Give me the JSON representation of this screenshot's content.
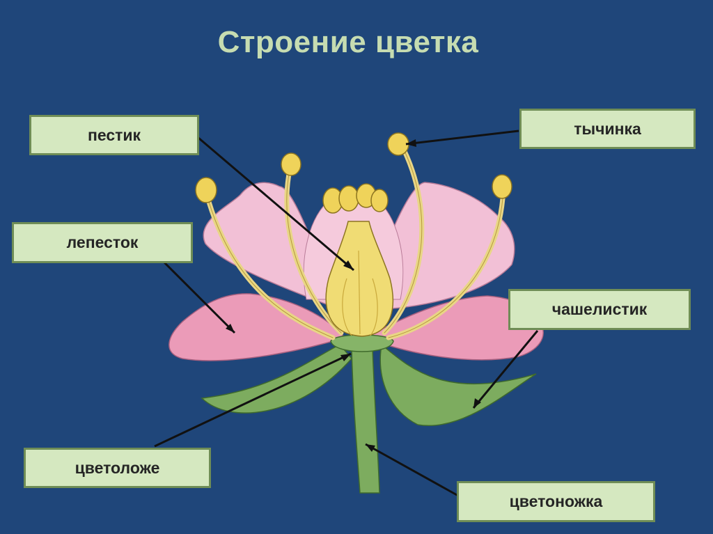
{
  "title": "Строение цветка",
  "labels": {
    "pistil": "пестик",
    "stamen": "тычинка",
    "petal": "лепесток",
    "sepal": "чашелистик",
    "receptacle": "цветоложе",
    "pedicel": "цветоножка"
  },
  "colors": {
    "background": "#1f467a",
    "title": "#c6dcb1",
    "label_fill": "#d5e8c0",
    "label_border": "#6f8d56",
    "petal_back": "#f2c0d6",
    "petal_front": "#eb9bb8",
    "stem": "#7dac5f",
    "pistil": "#f0dc74",
    "anther": "#efd35a"
  }
}
